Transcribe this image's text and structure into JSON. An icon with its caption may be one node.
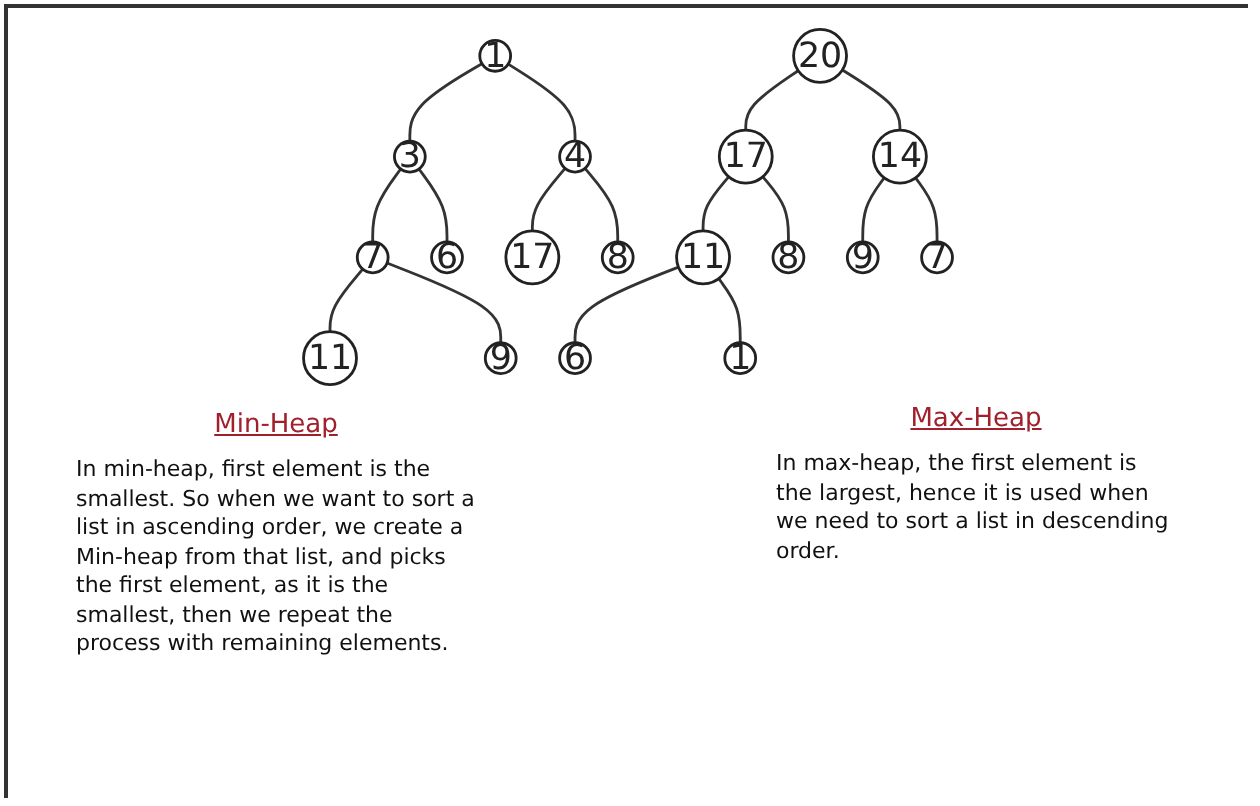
{
  "diagram": {
    "nodes": [
      {
        "text": [
          "1"
        ]
      },
      {
        "text": [
          "3"
        ]
      },
      {
        "text": [
          "4"
        ]
      },
      {
        "text": [
          "7"
        ]
      },
      {
        "text": [
          "6"
        ]
      },
      {
        "text": [
          "17"
        ]
      },
      {
        "text": [
          "8"
        ]
      },
      {
        "text": [
          "11"
        ]
      },
      {
        "text": [
          "9"
        ]
      },
      {
        "text": [
          "20"
        ]
      },
      {
        "text": [
          "17"
        ]
      },
      {
        "text": [
          "14"
        ]
      },
      {
        "text": [
          "11"
        ]
      },
      {
        "text": [
          "8"
        ]
      },
      {
        "text": [
          "9"
        ]
      },
      {
        "text": [
          "7"
        ]
      },
      {
        "text": [
          "6"
        ]
      },
      {
        "text": [
          "1"
        ]
      }
    ],
    "edges": [
      {
        "from": 0,
        "to": 1,
        "arrow": "none"
      },
      {
        "from": 0,
        "to": 2,
        "arrow": "none"
      },
      {
        "from": 1,
        "to": 3,
        "arrow": "none"
      },
      {
        "from": 1,
        "to": 4,
        "arrow": "none"
      },
      {
        "from": 2,
        "to": 5,
        "arrow": "none"
      },
      {
        "from": 2,
        "to": 6,
        "arrow": "none"
      },
      {
        "from": 3,
        "to": 7,
        "arrow": "none"
      },
      {
        "from": 3,
        "to": 8,
        "arrow": "none"
      },
      {
        "from": 9,
        "to": 10,
        "arrow": "none"
      },
      {
        "from": 9,
        "to": 11,
        "arrow": "none"
      },
      {
        "from": 10,
        "to": 12,
        "arrow": "none"
      },
      {
        "from": 10,
        "to": 13,
        "arrow": "none"
      },
      {
        "from": 11,
        "to": 14,
        "arrow": "none"
      },
      {
        "from": 11,
        "to": 15,
        "arrow": "none"
      },
      {
        "from": 12,
        "to": 16,
        "arrow": "none"
      },
      {
        "from": 12,
        "to": 17,
        "arrow": "none"
      }
    ],
    "labels": [
      "Min-Heap",
      "In min-heap, first element is the smallest. So when we want to sort a list in ascending order, we create a Min-heap from that list, and picks the first element, as it is the smallest, then we repeat the process with remaining elements.",
      "Max-Heap",
      "In max-heap, the first element is the largest, hence it is used when we need to sort a list in descending order."
    ]
  }
}
